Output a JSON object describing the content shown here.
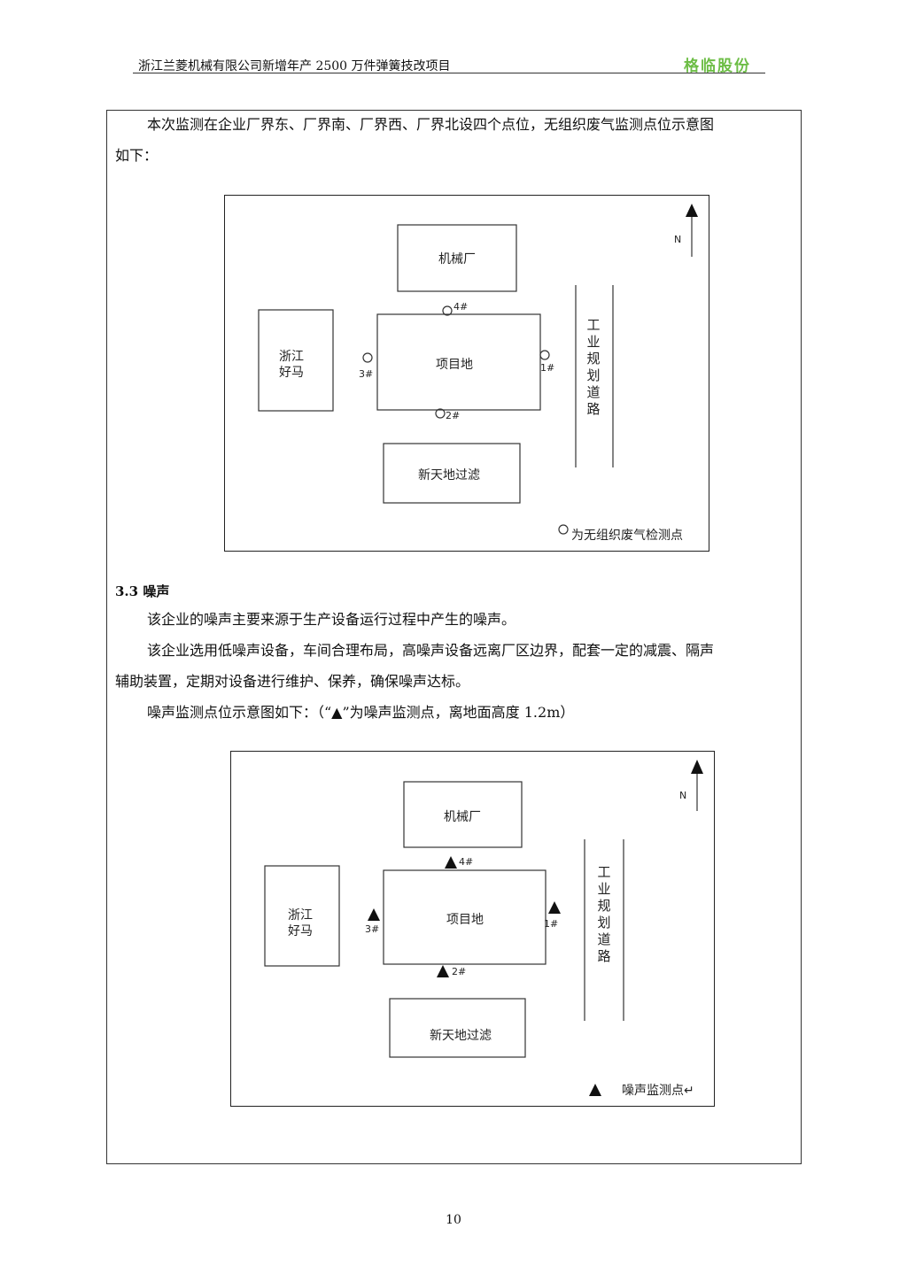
{
  "header": {
    "title": "浙江兰菱机械有限公司新增年产 2500 万件弹簧技改项目",
    "brand": "格临股份"
  },
  "body": {
    "p1_line1": "本次监测在企业厂界东、厂界南、厂界西、厂界北设四个点位，无组织废气监测点位示意图",
    "p1_line2": "如下：",
    "section": "3.3  噪声",
    "p2": "该企业的噪声主要来源于生产设备运行过程中产生的噪声。",
    "p3_line1": "该企业选用低噪声设备，车间合理布局，高噪声设备远离厂区边界，配套一定的减震、隔声",
    "p3_line2": "辅助装置，定期对设备进行维护、保养，确保噪声达标。",
    "p4": "噪声监测点位示意图如下：（“▲”为噪声监测点，离地面高度 1.2m）"
  },
  "diagram1": {
    "north": "N",
    "factory": "机械厂",
    "west1": "浙江",
    "west2": "好马",
    "site": "项目地",
    "south": "新天地过滤",
    "road": [
      "工",
      "业",
      "规",
      "划",
      "道",
      "路"
    ],
    "points": [
      "1#",
      "2#",
      "3#",
      "4#"
    ],
    "legend": "为无组织废气检测点"
  },
  "diagram2": {
    "north": "N",
    "factory": "机械厂",
    "west1": "浙江",
    "west2": "好马",
    "site": "项目地",
    "south": "新天地过滤",
    "road": [
      "工",
      "业",
      "规",
      "划",
      "道",
      "路"
    ],
    "points": [
      "1#",
      "2#",
      "3#",
      "4#"
    ],
    "legend": "噪声监测点↵"
  },
  "page_number": "10"
}
